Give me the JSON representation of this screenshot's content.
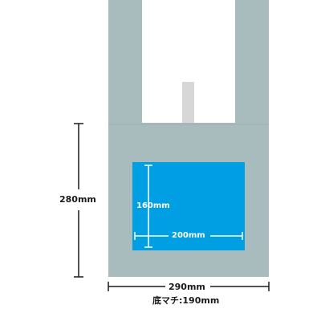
{
  "colors": {
    "bag": "#a8bcbe",
    "bag_edge": "#9db1b3",
    "inner_strip": "#d7d7d7",
    "print_area": "#009fe3",
    "dimension_line": "#1a1a1a",
    "print_dimension_line": "#ffffff"
  },
  "bag": {
    "height_label": "280mm",
    "width_label": "290mm",
    "gusset_label": "底マチ:190mm"
  },
  "print_area": {
    "height_label": "160mm",
    "width_label": "200mm"
  }
}
